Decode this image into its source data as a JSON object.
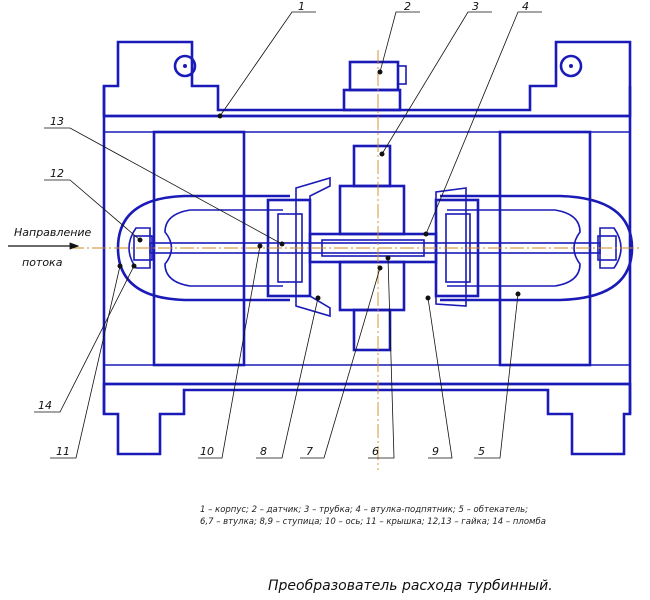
{
  "labels": {
    "n1": "1",
    "n2": "2",
    "n3": "3",
    "n4": "4",
    "n5": "5",
    "n6": "6",
    "n7": "7",
    "n8": "8",
    "n9": "9",
    "n10": "10",
    "n11": "11",
    "n12": "12",
    "n13": "13",
    "n14": "14"
  },
  "flow_direction": {
    "line1": "Направление",
    "line2": "потока"
  },
  "legend": {
    "line1": "1 – корпус; 2 – датчик; 3 – трубка; 4 – втулка-подпятник; 5 – обтекатель;",
    "line2": "6,7 – втулка; 8,9 – ступица; 10 – ось; 11 – крышка; 12,13 – гайка; 14 – пломба"
  },
  "caption": "Преобразователь расхода турбинный.",
  "colors": {
    "outline": "#1a1ab8",
    "hatch": "#333333",
    "axis": "#d08a20",
    "leader": "#111111"
  }
}
